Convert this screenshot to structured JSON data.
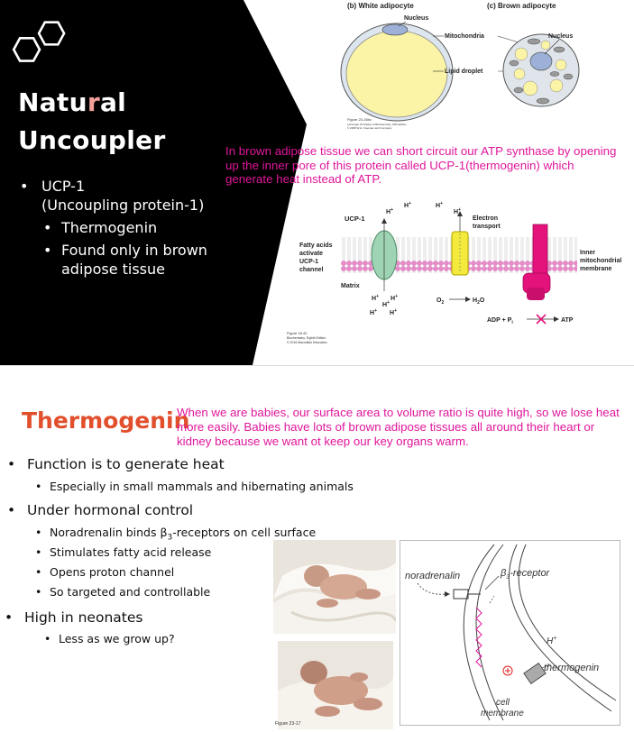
{
  "slide1": {
    "title_line1_a": "Natu",
    "title_line1_b": "r",
    "title_line1_c": "al",
    "title_line2": "Uncoupler",
    "bullets": [
      {
        "text": "UCP-1",
        "sub": "(Uncoupling protein-1)"
      },
      {
        "text": "Thermogenin"
      },
      {
        "text": "Found only in brown",
        "text2": "adipose tissue"
      }
    ],
    "note": "In brown adipose tissue we can short circuit our ATP synthase by opening up the inner pore of this protein called UCP-1(thermogenin) which generate heat instead of ATP.",
    "figure_top": {
      "white_label": "(b) White adipocyte",
      "brown_label": "(c) Brown adipocyte",
      "nucleus": "Nucleus",
      "mitochondria": "Mitochondria",
      "nucleus_brown": "Nucleus",
      "lipid": "Lipid droplet",
      "caption1": "Figure 23-16bc",
      "caption2": "Lehninger Principles of Biochemistry, Fifth Edition",
      "caption3": "© 2008 W.H. Freeman and Company"
    },
    "figure_membrane": {
      "ucp1": "UCP-1",
      "fatty": [
        "Fatty acids",
        "activate",
        "UCP-1",
        "channel"
      ],
      "matrix": "Matrix",
      "electron": [
        "Electron",
        "transport"
      ],
      "inner": [
        "Inner",
        "mitochondrial",
        "membrane"
      ],
      "o2": "O",
      "o2_sub": "2",
      "h2o_a": "H",
      "h2o_sub": "2",
      "h2o_b": "O",
      "adp": "ADP + P",
      "adp_sub": "i",
      "atp": "ATP",
      "hplus": "H",
      "plus": "+",
      "caption1": "Figure 18.42",
      "caption2": "Biochemistry, Eighth Edition",
      "caption3": "© 2015 Macmillan Education"
    }
  },
  "slide2": {
    "title": "Thermogenin",
    "note": "When we are babies, our surface area to volume ratio is quite high, so we lose heat more easily. Babies have lots of brown adipose tissues all around their heart or kidney because we want ot keep our key organs warm.",
    "list": {
      "l1a": "Function is to generate heat",
      "l2a": "Especially in small mammals and hibernating animals",
      "l1b": "Under hormonal control",
      "l2b1_a": "Noradrenalin binds β",
      "l2b1_sub": "3",
      "l2b1_b": "-receptors on cell surface",
      "l2b2": "Stimulates fatty acid release",
      "l2b3": "Opens proton channel",
      "l2b4": "So targeted and controllable",
      "l1c": "High in neonates",
      "l2c": "Less as we grow up?"
    },
    "diagram": {
      "noradrenalin": "noradrenalin",
      "receptor_a": "β",
      "receptor_sub": "3",
      "receptor_b": "-receptor",
      "hplus": "H",
      "plus": "+",
      "thermogenin": "thermogenin",
      "cell": "cell",
      "membrane": "membrane"
    },
    "photo_caption": "Figure 23-17"
  }
}
